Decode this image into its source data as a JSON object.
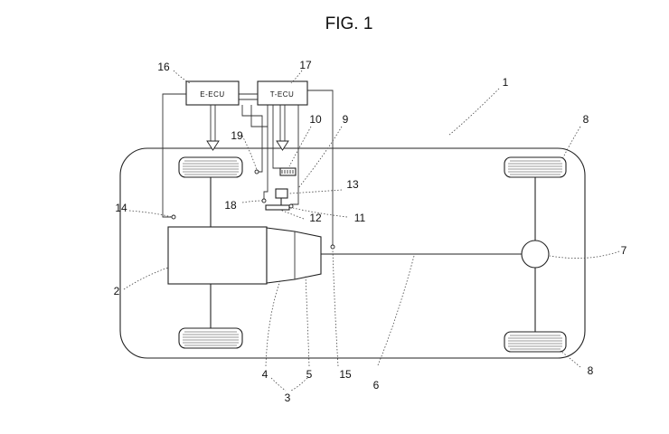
{
  "figure": {
    "title": "FIG. 1"
  },
  "boxes": {
    "e_ecu": "E-ECU",
    "t_ecu": "T-ECU"
  },
  "refs": {
    "r1": "1",
    "r2": "2",
    "r3": "3",
    "r4": "4",
    "r5": "5",
    "r6": "6",
    "r7": "7",
    "r8a": "8",
    "r8b": "8",
    "r9": "9",
    "r10": "10",
    "r11": "11",
    "r12": "12",
    "r13": "13",
    "r14": "14",
    "r15": "15",
    "r16": "16",
    "r17": "17",
    "r18": "18",
    "r19": "19"
  }
}
